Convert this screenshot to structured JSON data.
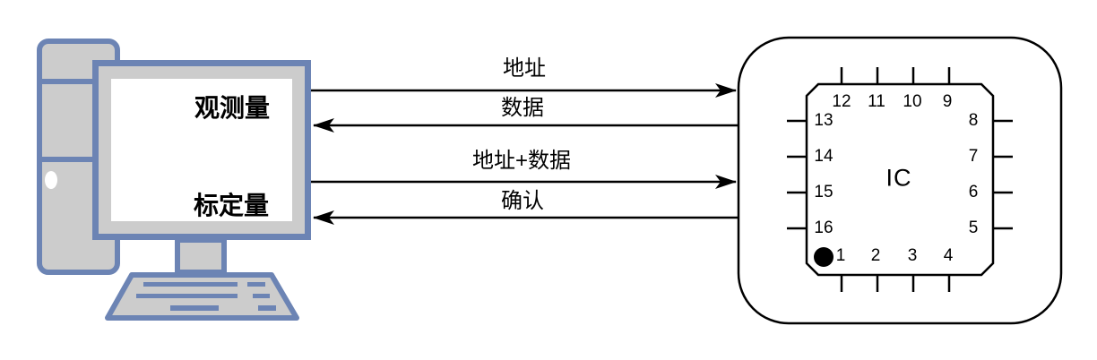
{
  "colors": {
    "device_blue": "#6c84b4",
    "device_grey": "#cccccc",
    "line_black": "#000000",
    "screen_white": "#ffffff"
  },
  "computer": {
    "screen_labels": {
      "top": "观测量",
      "bottom": "标定量"
    }
  },
  "buses": [
    {
      "label": "地址",
      "direction": "right"
    },
    {
      "label": "数据",
      "direction": "left"
    },
    {
      "label": "地址+数据",
      "direction": "right"
    },
    {
      "label": "确认",
      "direction": "left"
    }
  ],
  "ic": {
    "label": "IC",
    "pin_numbers": {
      "top": [
        "12",
        "11",
        "10",
        "9"
      ],
      "left": [
        "13",
        "14",
        "15",
        "16"
      ],
      "right": [
        "8",
        "7",
        "6",
        "5"
      ],
      "bottom": [
        "1",
        "2",
        "3",
        "4"
      ]
    },
    "pin1_marker": "dot"
  }
}
